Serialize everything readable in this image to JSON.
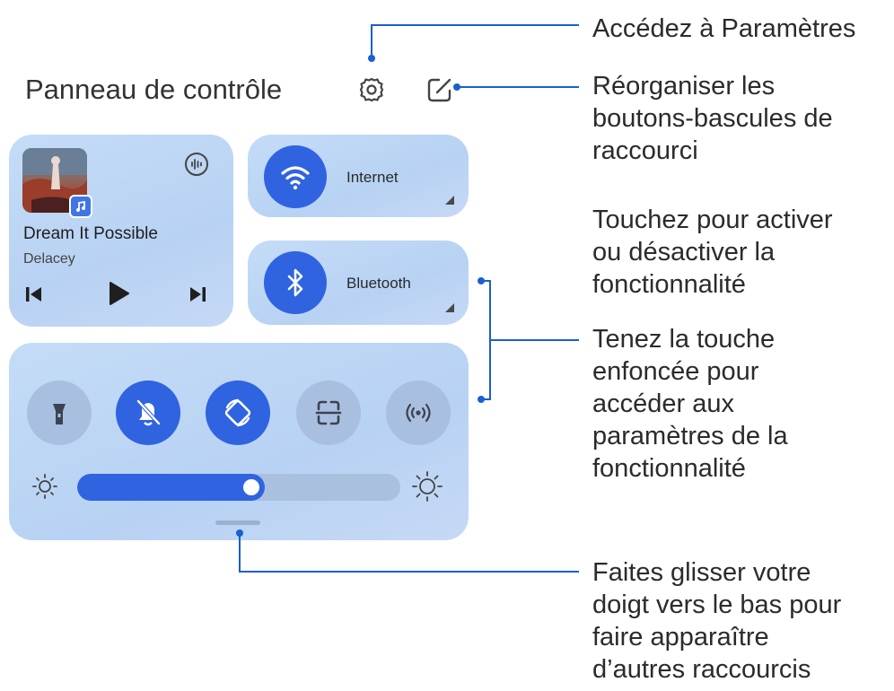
{
  "header": {
    "title": "Panneau de contrôle",
    "settings_icon": "gear-icon",
    "edit_icon": "edit-square-icon"
  },
  "media": {
    "song": "Dream It Possible",
    "artist": "Delacey",
    "output_icon": "audio-output-icon",
    "controls": [
      "previous-icon",
      "play-icon",
      "next-icon"
    ]
  },
  "tiles": {
    "internet": {
      "label": "Internet",
      "icon": "wifi-icon",
      "active": true
    },
    "bluetooth": {
      "label": "Bluetooth",
      "icon": "bluetooth-icon",
      "active": true
    }
  },
  "shortcuts": [
    {
      "icon": "flashlight-icon",
      "active": false
    },
    {
      "icon": "silent-bell-icon",
      "active": true
    },
    {
      "icon": "auto-rotate-icon",
      "active": true
    },
    {
      "icon": "scan-icon",
      "active": false
    },
    {
      "icon": "hotspot-icon",
      "active": false
    }
  ],
  "brightness": {
    "level": 0.58
  },
  "annotations": {
    "settings": "Accédez à Paramètres",
    "reorder": "Réorganiser les\nboutons-bascules de\nraccourci",
    "toggle": "Touchez pour activer\nou désactiver la\nfonctionnalité",
    "hold": "Tenez la touche\nenfoncée pour\naccéder aux\nparamètres de la\nfonctionnalité",
    "swipe": "Faites glisser votre\ndoigt vers le bas pour\nfaire apparaître\nd’autres raccourcis"
  },
  "colors": {
    "accent": "#2f63e0",
    "card": "#c0d7f4",
    "toggle_off": "#a9bfe0",
    "callout": "#1a5fd0"
  }
}
